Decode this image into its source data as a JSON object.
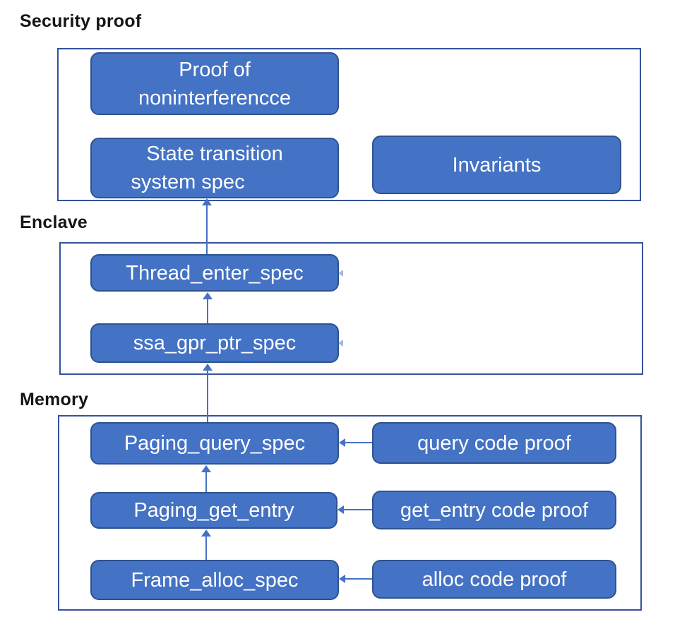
{
  "colors": {
    "node_fill": "#4472C4",
    "node_border": "#2F528F",
    "node_text": "#FFFFFF",
    "container_border": "#35529B",
    "arrow": "#4472C4",
    "faint_arrow": "#A6B8E0",
    "label_text": "#151515"
  },
  "sections": {
    "security": {
      "label": "Security proof",
      "nodes": {
        "proof_of_noninterference": {
          "line1": "Proof of",
          "line2": "noninterferencce"
        },
        "state_transition": {
          "line1": "State transition",
          "line2": "system spec"
        },
        "invariants": {
          "label": "Invariants"
        }
      }
    },
    "enclave": {
      "label": "Enclave",
      "nodes": {
        "thread_enter_spec": {
          "label": "Thread_enter_spec"
        },
        "ssa_gpr_ptr_spec": {
          "label": "ssa_gpr_ptr_spec"
        }
      }
    },
    "memory": {
      "label": "Memory",
      "nodes": {
        "paging_query_spec": {
          "label": "Paging_query_spec"
        },
        "paging_get_entry": {
          "label": "Paging_get_entry"
        },
        "frame_alloc_spec": {
          "label": "Frame_alloc_spec"
        },
        "query_code_proof": {
          "label": "query code proof"
        },
        "get_entry_code_proof": {
          "label": "get_entry code proof"
        },
        "alloc_code_proof": {
          "label": "alloc code proof"
        }
      }
    }
  }
}
